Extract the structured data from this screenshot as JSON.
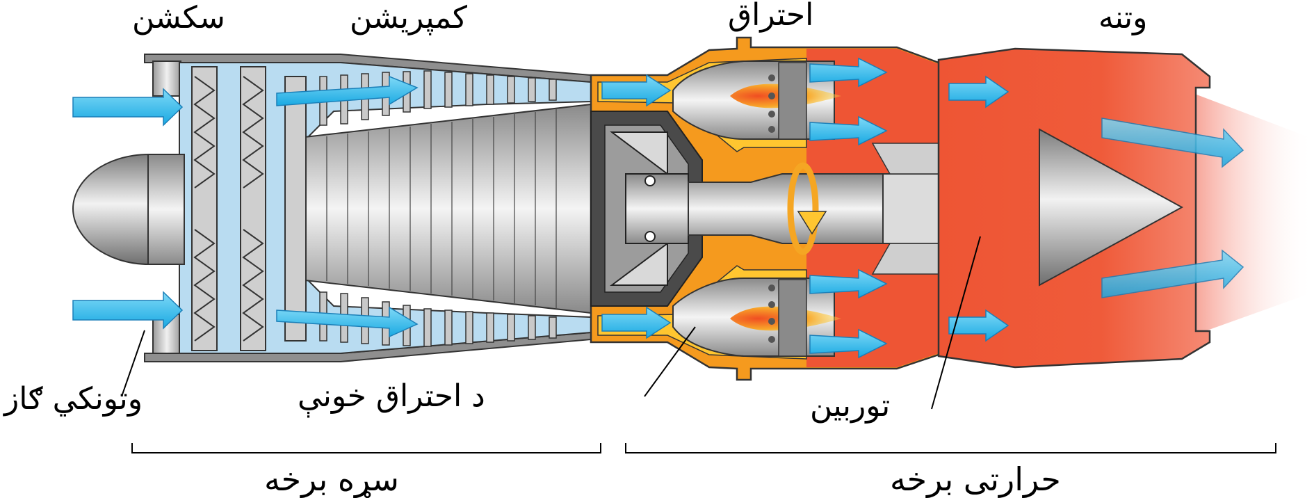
{
  "labels": {
    "intake": "سکشن",
    "compression": "کمپریشن",
    "combustion": "احتراق",
    "exhaust": "وتنه",
    "gas_outlet": "وتونکي ګاز",
    "combustion_chamber": "د احتراق خونې",
    "turbine": "توربین",
    "cold_section": "سړه برخه",
    "hot_section": "حرارتی برخه"
  },
  "colors": {
    "cold_blue": "#b9dcf1",
    "airflow_arrow": "#3cc3f0",
    "flame_yellow": "#ffc630",
    "combustion_orange": "#f59a1e",
    "hot_red": "#ee5534",
    "metal_gray": "#bdbdbd",
    "outline": "#333333"
  },
  "icons": [
    "airflow-arrow-icon",
    "rotation-arrow-icon",
    "flame-icon"
  ]
}
